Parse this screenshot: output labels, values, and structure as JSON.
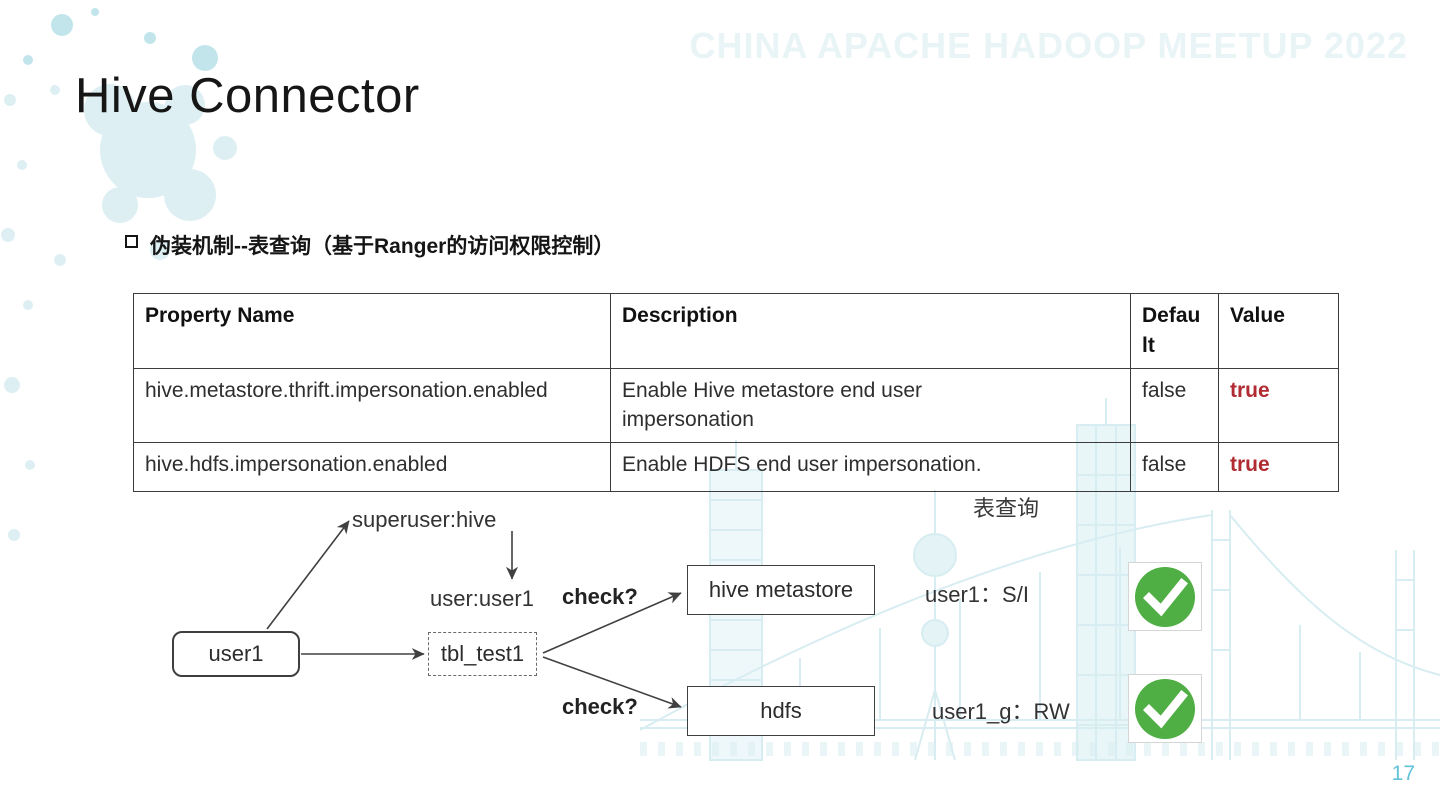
{
  "slide": {
    "title": "Hive Connector",
    "watermark": "CHINA APACHE HADOOP MEETUP 2022",
    "page_number": "17",
    "accent_color": "#62c3d8"
  },
  "bullet": {
    "text": "伪装机制--表查询（基于Ranger的访问权限控制）"
  },
  "table": {
    "headers": {
      "property": "Property Name",
      "description": "Description",
      "default": "Default",
      "value": "Value"
    },
    "rows": [
      {
        "property": "hive.metastore.thrift.impersonation.enabled",
        "description": "Enable Hive metastore end user impersonation",
        "default": "false",
        "value": "true"
      },
      {
        "property": "hive.hdfs.impersonation.enabled",
        "description": "Enable HDFS end user impersonation.",
        "default": "false",
        "value": "true"
      }
    ],
    "value_true_color": "#b12b32"
  },
  "diagram": {
    "caption": "表查询",
    "nodes": {
      "user": "user1",
      "table": "tbl_test1",
      "metastore": "hive metastore",
      "hdfs": "hdfs"
    },
    "labels": {
      "superuser": "superuser:hive",
      "user": "user:user1",
      "check_metastore": "check?",
      "check_hdfs": "check?",
      "perm_metastore": "user1：S/I",
      "perm_hdfs": "user1_g：RW"
    },
    "check_icon_color": "#4fae44"
  }
}
